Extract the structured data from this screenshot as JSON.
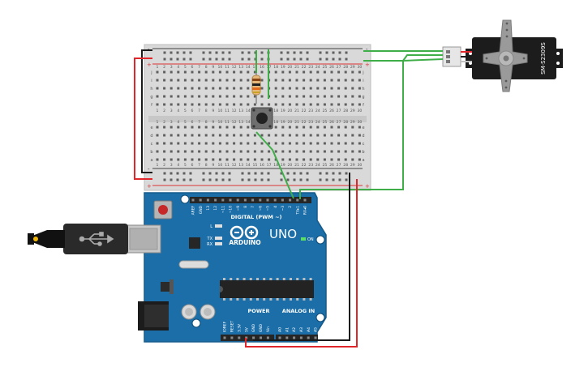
{
  "servo": {
    "model": "SM-S2309S"
  },
  "arduino": {
    "brand_text": "ARDUINO",
    "model_text": "UNO",
    "digital_header": "DIGITAL (PWM ~)",
    "power_header": "POWER",
    "analog_header": "ANALOG IN",
    "on_label": "ON",
    "led_labels": [
      "L",
      "TX",
      "RX"
    ],
    "power_pins": [
      "IOREF",
      "RESET",
      "3.3V",
      "5V",
      "GND",
      "GND",
      "Vin"
    ],
    "analog_pins": [
      "A0",
      "A1",
      "A2",
      "A3",
      "A4",
      "A5"
    ],
    "digital_pins": [
      "AREF",
      "GND",
      "13",
      "12",
      "~11",
      "~10",
      "~9",
      "8",
      "7",
      "~6",
      "~5",
      "4",
      "~3",
      "2",
      "TX▸1",
      "RX◂0"
    ]
  },
  "breadboard": {
    "row_letters_top": [
      "j",
      "i",
      "h",
      "g",
      "f"
    ],
    "row_letters_bottom": [
      "e",
      "d",
      "c",
      "b",
      "a"
    ],
    "rail_plus": "+",
    "rail_minus": "-",
    "column_count": 30
  },
  "colors": {
    "wire_red": "#e0262a",
    "wire_black": "#1a1a1a",
    "wire_green": "#3fae49",
    "board": "#1b6ea8"
  }
}
